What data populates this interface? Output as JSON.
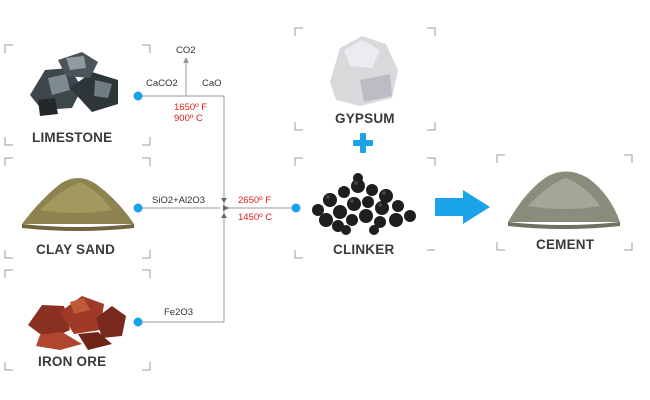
{
  "materials": {
    "limestone": "LIMESTONE",
    "clay_sand": "CLAY SAND",
    "iron_ore": "IRON ORE",
    "gypsum": "GYPSUM",
    "clinker": "CLINKER",
    "cement": "CEMENT"
  },
  "labels": {
    "co2": "CO2",
    "caco3": "CaCO2",
    "cao": "CaO",
    "temp1_f": "1650º F",
    "temp1_c": "900º C",
    "sio2": "SiO2+Al2O3",
    "temp2_f": "2650º F",
    "temp2_c": "1450º C",
    "fe2o3": "Fe2O3"
  },
  "icons": {
    "plus": "plus-icon",
    "arrow": "big-arrow-icon"
  },
  "colors": {
    "accent": "#1aa3e8",
    "temperature": "#e0201a",
    "line": "#999999",
    "bracket": "#9e9e9e"
  }
}
